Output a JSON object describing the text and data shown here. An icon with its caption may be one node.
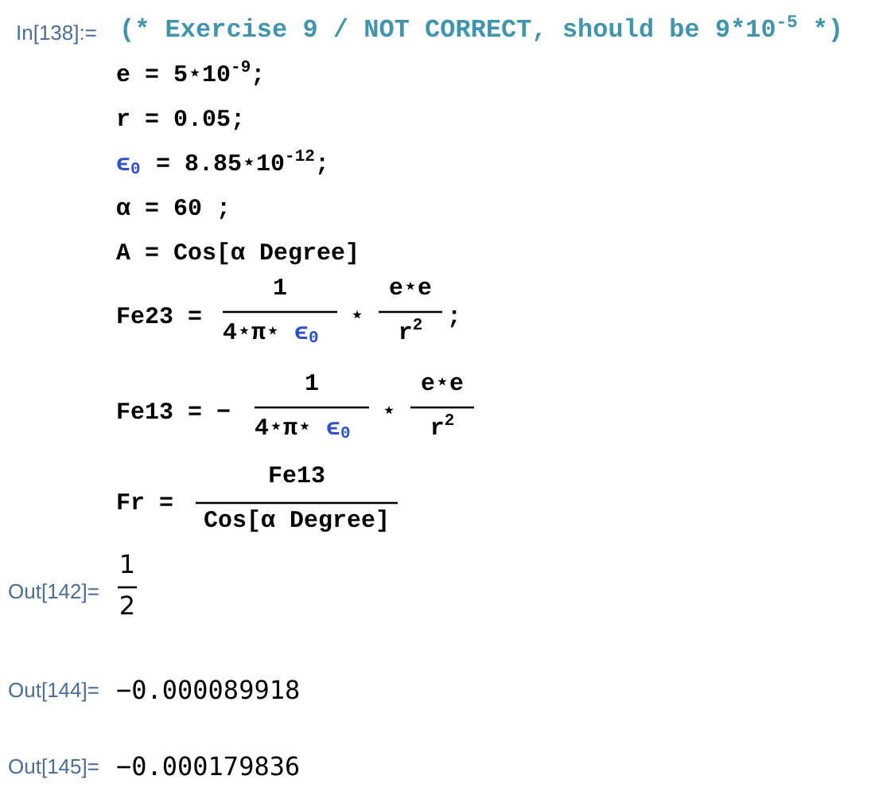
{
  "diagram": {
    "labels": [
      "In[138]:=",
      "(* Exercise 9 / NOT CORRECT, should be 9*10$^{-5}$ *)",
      "e = 5⋆10$^{-9}$;",
      "r = 0.05;",
      "ϵ$_{0}$",
      "=  8.85⋆10$^{-12}$;",
      "α = 60 ;",
      "A = Cos[α Degree]",
      "Fe23 =",
      "1",
      "4⋆π⋆",
      "ϵ$_{0}$",
      "⋆",
      "e⋆e",
      "r$^{2}$",
      ";",
      "Fe13 = −",
      "1",
      "4⋆π⋆",
      "ϵ$_{0}$",
      "⋆",
      "e⋆e",
      "r$^{2}$",
      "Fr =",
      "Fe13",
      "Cos[α Degree]",
      "Out[142]=",
      "1",
      "2",
      "Out[144]=",
      "−0.000089918",
      "Out[145]=",
      "−0.000179836"
    ]
  }
}
